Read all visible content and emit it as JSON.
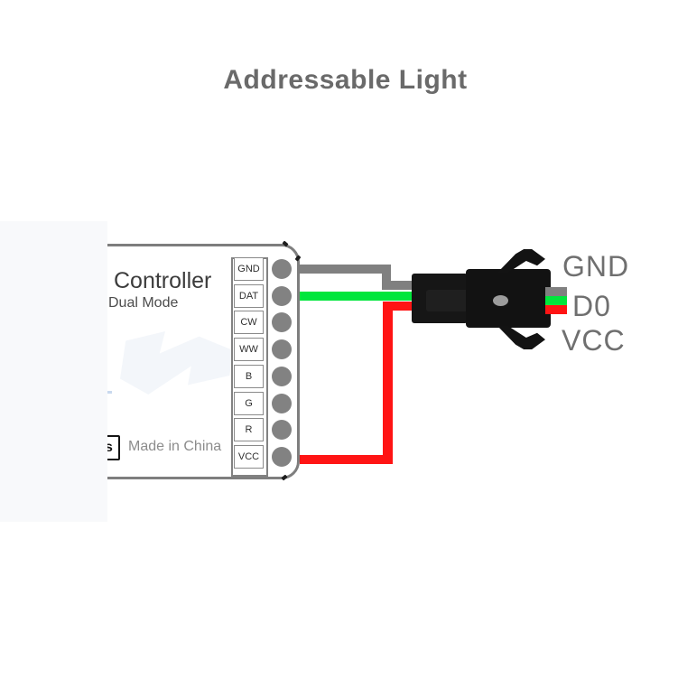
{
  "title": "Addressable Light",
  "controller": {
    "name": "Controller",
    "mode_label": "Dual Mode",
    "made_in_label": "Made in China",
    "cert_mark": "s",
    "terminals": [
      "GND",
      "DAT",
      "CW",
      "WW",
      "B",
      "G",
      "R",
      "VCC"
    ]
  },
  "connector": {
    "pin_labels": [
      "GND",
      "D0",
      "VCC"
    ]
  },
  "wiring": [
    {
      "from_terminal": "GND",
      "wire_color": "#808080",
      "to_pin": "GND"
    },
    {
      "from_terminal": "DAT",
      "wire_color": "#00e63c",
      "to_pin": "D0"
    },
    {
      "from_terminal": "VCC",
      "wire_color": "#ff1414",
      "to_pin": "VCC"
    }
  ],
  "colors": {
    "wire_gray": "#808080",
    "wire_green": "#00e63c",
    "wire_red": "#ff1414",
    "connector_black": "#131313",
    "terminal_gray": "#828282",
    "label_gray": "#6f6f6f",
    "title_gray": "#6a6a6a",
    "overlay_panel": "#f8f9fb"
  }
}
